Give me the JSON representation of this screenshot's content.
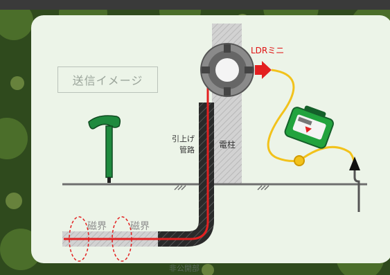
{
  "diagram": {
    "title": "送信イメージ",
    "device_label": "LDRミニ",
    "riser_pipe_label_line1": "引上げ",
    "riser_pipe_label_line2": "管路",
    "pole_label": "電柱",
    "magnetic_field_label_1": "磁界",
    "magnetic_field_label_2": "磁界",
    "footer_text": "非公開部"
  },
  "colors": {
    "panel": "#ecf4e8",
    "signal_wire": "#e32020",
    "yellow_cable": "#f2c21b",
    "locator": "#1f8a3e",
    "transmitter": "#22a33e",
    "pole": "#cfcfcf"
  },
  "icons": [
    "receiver-wand-icon",
    "transmitter-box-icon",
    "coupler-ring-icon",
    "ground-stake-icon"
  ]
}
